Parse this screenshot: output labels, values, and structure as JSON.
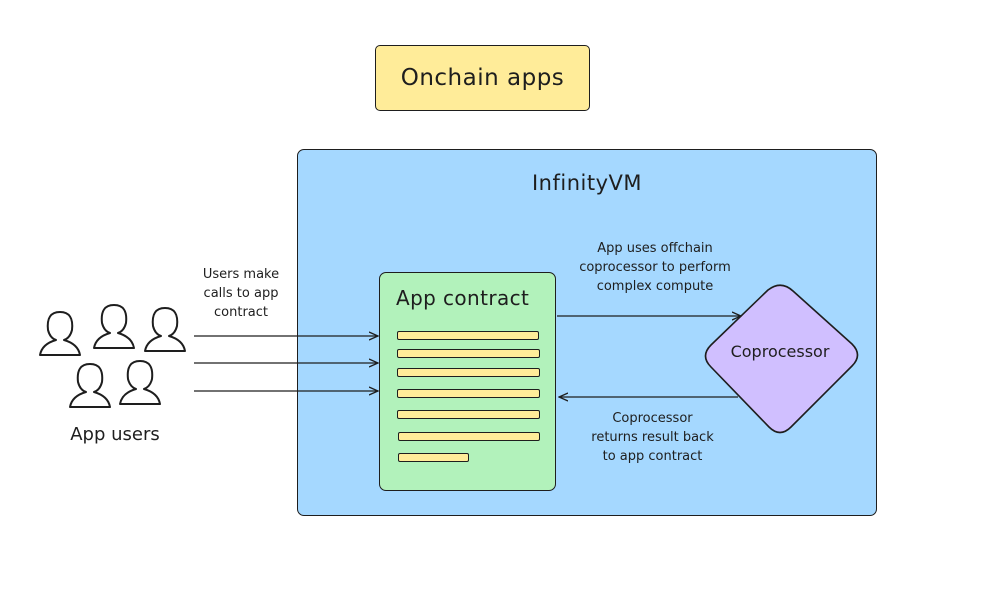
{
  "title": "Onchain apps",
  "vm_title": "InfinityVM",
  "contract": {
    "label": "App contract"
  },
  "coprocessor": {
    "label": "Coprocessor"
  },
  "users": {
    "label": "App users",
    "count": 5
  },
  "notes": {
    "users_call": [
      "Users make",
      "calls to app",
      "contract"
    ],
    "offchain": [
      "App uses offchain",
      "coprocessor to perform",
      "complex compute"
    ],
    "returns": [
      "Coprocessor",
      "returns result back",
      "to app contract"
    ]
  },
  "colors": {
    "title_fill": "#ffec99",
    "vm_fill": "#a5d8ff",
    "contract_fill": "#b2f2bb",
    "coprocessor_fill": "#d0bfff",
    "stroke": "#1e1e1e"
  }
}
